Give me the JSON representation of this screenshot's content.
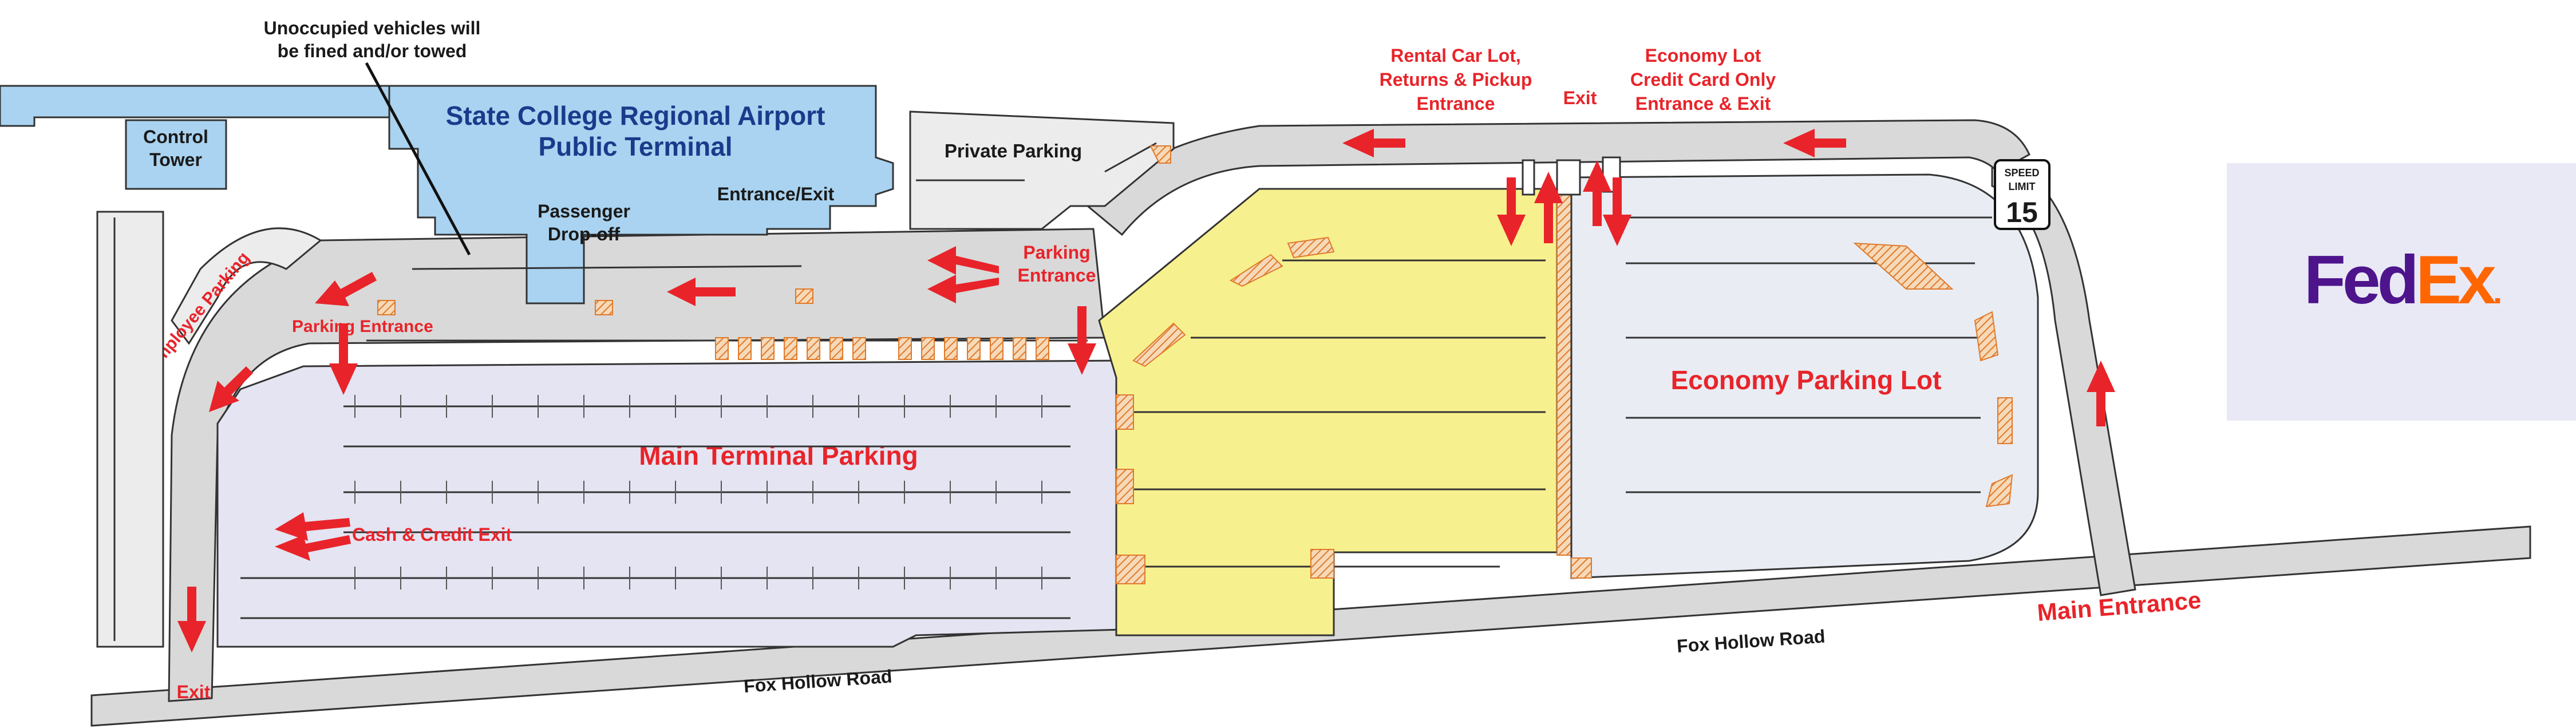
{
  "map": {
    "terminal": {
      "title_line1": "State College Regional Airport",
      "title_line2": "Public Terminal",
      "entrance_exit": "Entrance/Exit",
      "dropoff_line1": "Passenger",
      "dropoff_line2": "Drop-off"
    },
    "control_tower": {
      "line1": "Control",
      "line2": "Tower"
    },
    "notice": {
      "line1": "Unoccupied vehicles will",
      "line2": "be fined and/or towed"
    },
    "private_parking": "Private Parking",
    "employee_parking": "Employee Parking",
    "parking_entrance_left": "Parking Entrance",
    "parking_entrance_mid": {
      "line1": "Parking",
      "line2": "Entrance"
    },
    "rental": {
      "line1": "Rental Car Lot,",
      "line2": "Returns & Pickup",
      "line3": "Entrance"
    },
    "rental_exit": "Exit",
    "economy_sign": {
      "line1": "Economy Lot",
      "line2": "Credit Card Only",
      "line3": "Entrance & Exit"
    },
    "speed": {
      "line1": "SPEED",
      "line2": "LIMIT",
      "value": "15"
    },
    "main_terminal_parking": "Main Terminal Parking",
    "economy_parking_lot": "Economy Parking Lot",
    "cash_credit_exit": "Cash & Credit Exit",
    "exit_bottom": "Exit",
    "fox_hollow_road_1": "Fox Hollow Road",
    "fox_hollow_road_2": "Fox Hollow Road",
    "main_entrance": "Main Entrance",
    "fedex": {
      "fed": "Fed",
      "ex": "Ex",
      "dot": "."
    }
  },
  "colors": {
    "terminal_fill": "#a9d3f0",
    "main_lot_fill": "#e4e4f2",
    "rental_lot_fill": "#f7f08e",
    "economy_fill": "#e9ecf3",
    "road_fill": "#d9d9d9",
    "label_red": "#e8242a",
    "label_blue": "#1b3a8c",
    "fedex_purple": "#4d148c",
    "fedex_orange": "#ff6600",
    "fedex_panel": "#e9e9f5"
  }
}
